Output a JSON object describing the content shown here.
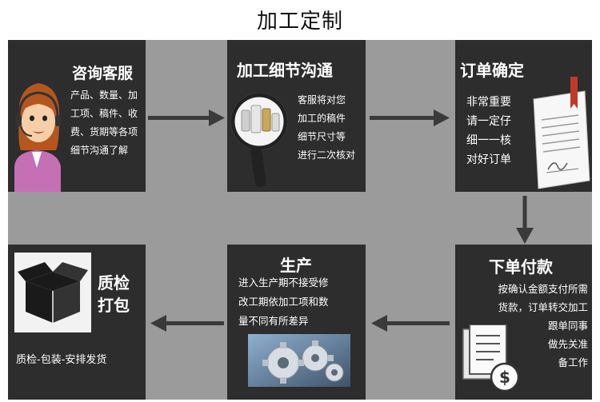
{
  "page_title": "加工定制",
  "steps": {
    "consult": {
      "title": "咨询客服",
      "text": "产品、数量、加\n工项、稿件、收\n费、货期等各项\n细节沟通了解"
    },
    "process": {
      "title": "加工细节沟通",
      "text": "客服将对您\n加工的稿件\n细节尺寸等\n进行二次核对"
    },
    "order": {
      "title": "订单确定",
      "text": "非常重要\n请一定仔\n细一一核\n对好订单"
    },
    "payment": {
      "title": "下单付款",
      "text": "按确认金额支付所需\n货款，订单转交加工\n跟单同事\n做先关准\n备工作"
    },
    "production": {
      "title": "生产",
      "text": "进入生产期不接受修\n改工期依加工项和数\n量不同有所差异"
    },
    "qc": {
      "title": "质检\n打包",
      "text": "质检-包装-安排发货"
    }
  },
  "icons": {
    "agent": "customer-service-agent-icon",
    "magnifier": "magnifier-icon",
    "contract": "contract-document-icon",
    "invoice": "invoice-dollar-icon",
    "gears": "gears-icon",
    "box": "box-icon",
    "arrow_right": "arrow-right-icon",
    "arrow_left": "arrow-left-icon",
    "arrow_down": "arrow-down-icon"
  },
  "colors": {
    "panel": "#9b9b9b",
    "box": "#2d2d2d",
    "arrow": "#3a3a3a"
  }
}
